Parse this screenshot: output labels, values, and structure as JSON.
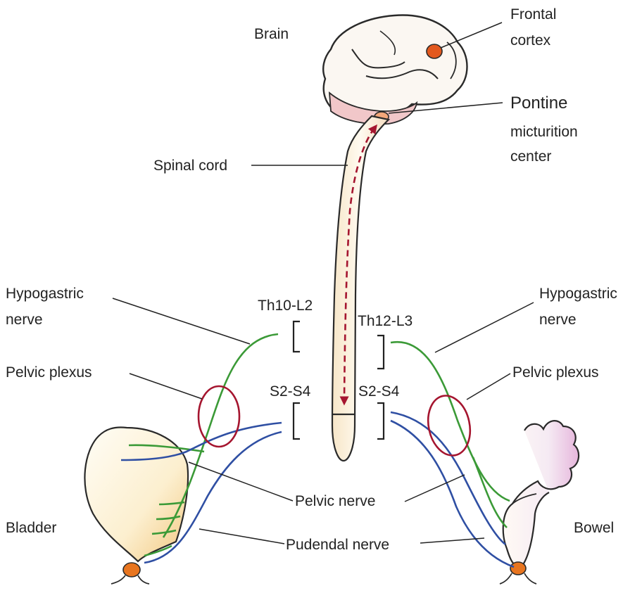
{
  "labels": {
    "brain": "Brain",
    "frontal_cortex_line1": "Frontal",
    "frontal_cortex_line2": "cortex",
    "pontine_line1": "Pontine",
    "pontine_line2": "micturition",
    "pontine_line3": "center",
    "spinal_cord": "Spinal cord",
    "hypogastric_left_line1": "Hypogastric",
    "hypogastric_left_line2": "nerve",
    "hypogastric_right_line1": "Hypogastric",
    "hypogastric_right_line2": "nerve",
    "pelvic_plexus_left": "Pelvic plexus",
    "pelvic_plexus_right": "Pelvic plexus",
    "th10_l2": "Th10-L2",
    "th12_l3": "Th12-L3",
    "s2_s4_left": "S2-S4",
    "s2_s4_right": "S2-S4",
    "pelvic_nerve": "Pelvic nerve",
    "pudendal_nerve": "Pudendal nerve",
    "bladder": "Bladder",
    "bowel": "Bowel"
  },
  "colors": {
    "hypogastric_nerve": "#3b9a37",
    "pelvic_pudendal_nerve": "#2f4fa3",
    "pelvic_plexus": "#a5152f",
    "signal_arrow": "#a5152f",
    "frontal_cortex_spot": "#e2581e"
  }
}
